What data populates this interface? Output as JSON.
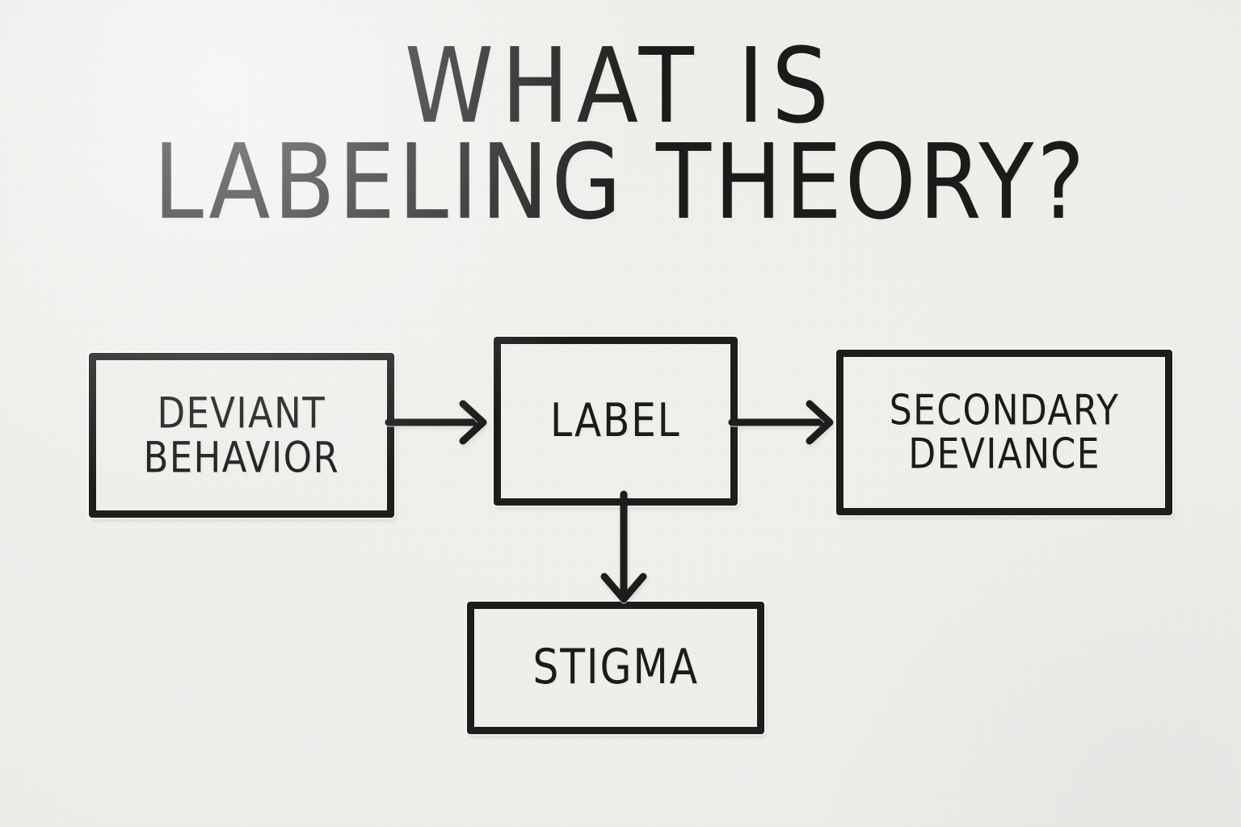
{
  "title": {
    "line1": "WHAT IS",
    "line2": "LABELING THEORY?",
    "full": "WHAT IS LABELING THEORY?"
  },
  "colors": {
    "ink": "#1b1b1a",
    "board": "#f1efec",
    "box_border": "#1d1d1c"
  },
  "diagram": {
    "type": "flowchart",
    "medium": "whiteboard-marker",
    "nodes": [
      {
        "id": "deviant",
        "label": "DEVIANT\nBEHAVIOR"
      },
      {
        "id": "label",
        "label": "LABEL"
      },
      {
        "id": "secondary",
        "label": "SECONDARY\nDEVIANCE"
      },
      {
        "id": "stigma",
        "label": "STIGMA"
      }
    ],
    "edges": [
      {
        "from": "deviant",
        "to": "label",
        "direction": "right"
      },
      {
        "from": "label",
        "to": "secondary",
        "direction": "right"
      },
      {
        "from": "label",
        "to": "stigma",
        "direction": "down"
      }
    ]
  }
}
